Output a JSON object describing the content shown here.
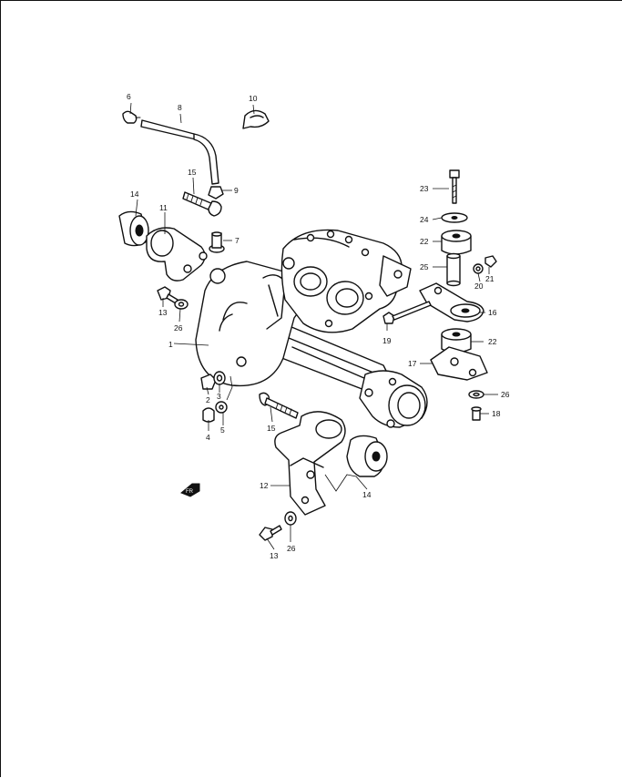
{
  "callouts": [
    "1",
    "2",
    "3",
    "4",
    "5",
    "6",
    "7",
    "8",
    "9",
    "10",
    "11",
    "12",
    "13",
    "13",
    "14",
    "14",
    "15",
    "15",
    "16",
    "17",
    "18",
    "19",
    "20",
    "21",
    "22",
    "22",
    "23",
    "24",
    "25",
    "26",
    "26",
    "26"
  ],
  "arrow_label": "FR"
}
